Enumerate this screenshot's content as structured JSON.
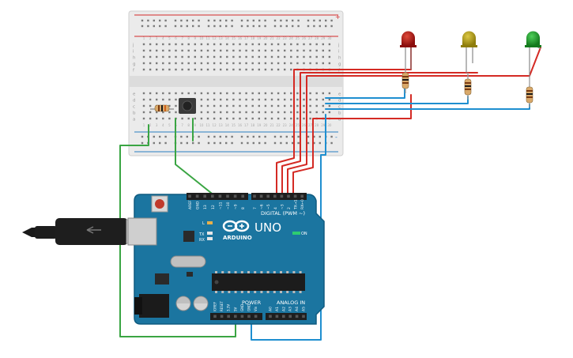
{
  "board": {
    "pins_digital_left": [
      "AREF",
      "GND",
      "13",
      "12",
      "~11",
      "~10",
      "~9",
      "8"
    ],
    "pins_digital_right": [
      "7",
      "~6",
      "~5",
      "4",
      "~3",
      "2",
      "TX→1",
      "RX←0"
    ],
    "digital_label": "DIGITAL (PWM ~)",
    "logo_text": "ARDUINO",
    "model": "UNO",
    "on_label": "ON",
    "led_l": "L",
    "led_tx": "TX",
    "led_rx": "RX",
    "power_label": "POWER",
    "analog_label": "ANALOG IN",
    "power_pins": [
      "IOREF",
      "RESET",
      "3.3V",
      "5V",
      "GND",
      "GND",
      "Vin"
    ],
    "analog_pins": [
      "A0",
      "A1",
      "A2",
      "A3",
      "A4",
      "A5"
    ]
  },
  "breadboard": {
    "row_letters_top": [
      "j",
      "i",
      "h",
      "g",
      "f"
    ],
    "row_letters_bottom": [
      "e",
      "d",
      "c",
      "b",
      "a"
    ],
    "col_numbers": [
      "1",
      "2",
      "3",
      "4",
      "5",
      "6",
      "7",
      "8",
      "9",
      "10",
      "11",
      "12",
      "13",
      "14",
      "15",
      "16",
      "17",
      "18",
      "19",
      "20",
      "21",
      "22",
      "23",
      "24",
      "25",
      "26",
      "27",
      "28",
      "29",
      "30"
    ],
    "rail_plus": "+",
    "rail_minus": "-"
  },
  "colors": {
    "board": "#1b75a0",
    "board_edge": "#0f5b80",
    "breadboard": "#e9e9e9",
    "rail_red": "#d3292a",
    "rail_blue": "#2a7fc0",
    "wire_red": "#d42a24",
    "wire_blue": "#1f8fd0",
    "wire_green": "#3aa543",
    "led_red": "#a41111",
    "led_yellow": "#b5a014",
    "led_green": "#1e9b2a"
  }
}
